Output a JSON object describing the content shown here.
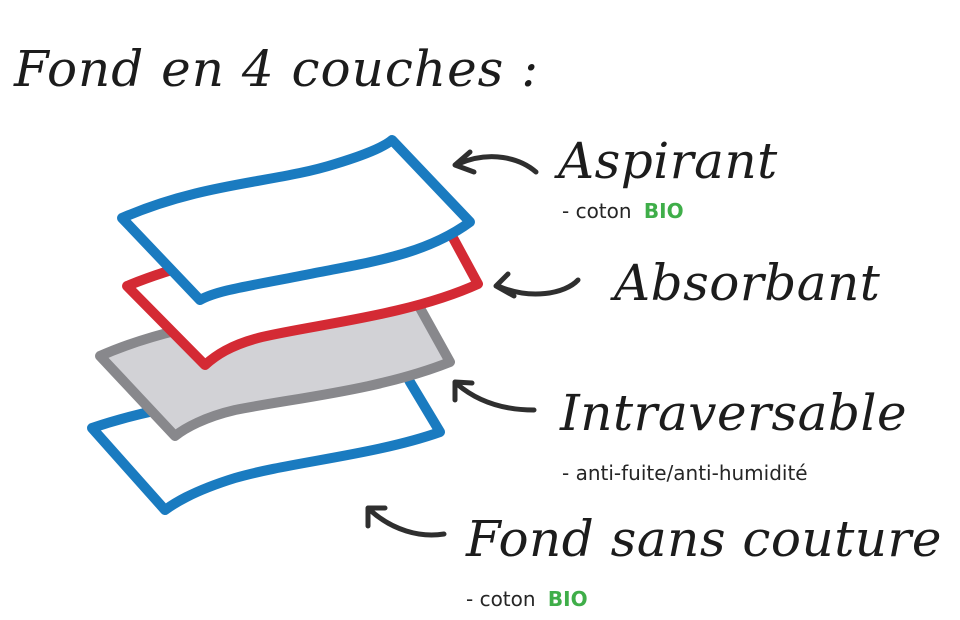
{
  "title": "Fond en 4 couches :",
  "layers": [
    {
      "label": "Aspirant",
      "detail_prefix": "- coton",
      "detail_highlight": "BIO",
      "color": "#1a7bc0",
      "fill": "#ffffff"
    },
    {
      "label": "Absorbant",
      "color": "#d42a34",
      "fill": "#ffffff"
    },
    {
      "label": "Intraversable",
      "detail_prefix": "- anti-fuite/anti-humidité",
      "color": "#88888c",
      "fill": "#d2d2d6"
    },
    {
      "label": "Fond sans couture",
      "detail_prefix": "- coton",
      "detail_highlight": "BIO",
      "color": "#1a7bc0",
      "fill": "#ffffff"
    }
  ],
  "colors": {
    "highlight": "#3fae49",
    "arrow": "#2f2f2f",
    "text": "#1c1c1c"
  }
}
